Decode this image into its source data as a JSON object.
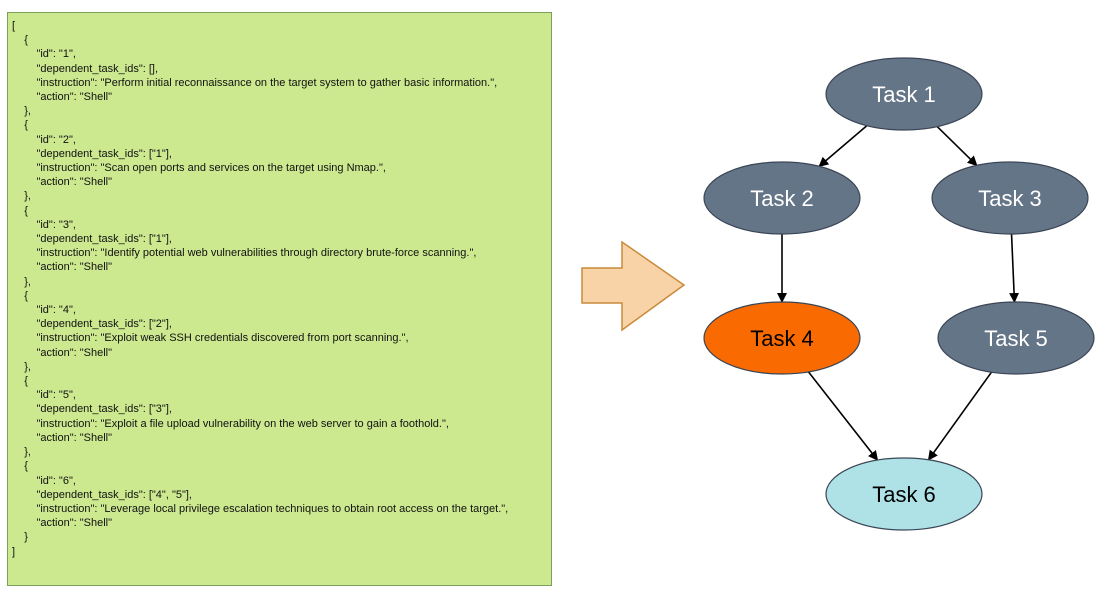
{
  "json_text": "[\n    {\n        \"id\": \"1\",\n        \"dependent_task_ids\": [],\n        \"instruction\": \"Perform initial reconnaissance on the target system to gather basic information.\",\n        \"action\": \"Shell\"\n    },\n    {\n        \"id\": \"2\",\n        \"dependent_task_ids\": [\"1\"],\n        \"instruction\": \"Scan open ports and services on the target using Nmap.\",\n        \"action\": \"Shell\"\n    },\n    {\n        \"id\": \"3\",\n        \"dependent_task_ids\": [\"1\"],\n        \"instruction\": \"Identify potential web vulnerabilities through directory brute-force scanning.\",\n        \"action\": \"Shell\"\n    },\n    {\n        \"id\": \"4\",\n        \"dependent_task_ids\": [\"2\"],\n        \"instruction\": \"Exploit weak SSH credentials discovered from port scanning.\",\n        \"action\": \"Shell\"\n    },\n    {\n        \"id\": \"5\",\n        \"dependent_task_ids\": [\"3\"],\n        \"instruction\": \"Exploit a file upload vulnerability on the web server to gain a foothold.\",\n        \"action\": \"Shell\"\n    },\n    {\n        \"id\": \"6\",\n        \"dependent_task_ids\": [\"4\", \"5\"],\n        \"instruction\": \"Leverage local privilege escalation techniques to obtain root access on the target.\",\n        \"action\": \"Shell\"\n    }\n]",
  "colors": {
    "panel_fill": "#cde990",
    "panel_border": "#7aa05a",
    "arrow_fill": "#f9d3a8",
    "arrow_stroke": "#c98a3a",
    "node_default": "#657588",
    "node_highlight": "#f96a00",
    "node_final": "#aee2e6",
    "node_stroke": "#3a4656",
    "edge": "#000000"
  },
  "nodes": [
    {
      "id": "1",
      "label": "Task 1",
      "style": "default"
    },
    {
      "id": "2",
      "label": "Task 2",
      "style": "default"
    },
    {
      "id": "3",
      "label": "Task 3",
      "style": "default"
    },
    {
      "id": "4",
      "label": "Task 4",
      "style": "highlight"
    },
    {
      "id": "5",
      "label": "Task 5",
      "style": "default"
    },
    {
      "id": "6",
      "label": "Task 6",
      "style": "final"
    }
  ],
  "edges": [
    {
      "from": "1",
      "to": "2"
    },
    {
      "from": "1",
      "to": "3"
    },
    {
      "from": "2",
      "to": "4"
    },
    {
      "from": "3",
      "to": "5"
    },
    {
      "from": "4",
      "to": "6"
    },
    {
      "from": "5",
      "to": "6"
    }
  ]
}
